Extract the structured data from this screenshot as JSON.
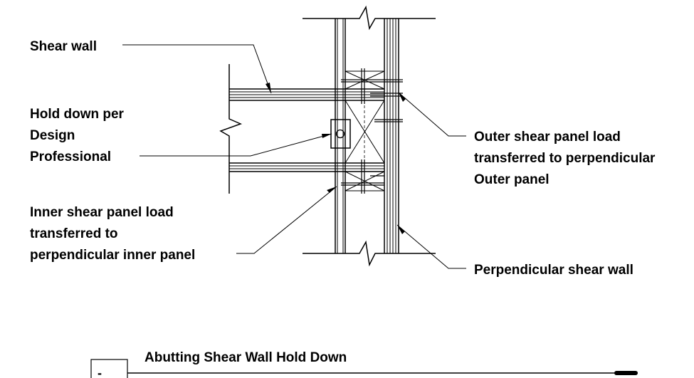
{
  "labels": {
    "shear_wall": "Shear wall",
    "hold_down": [
      "Hold down per",
      "Design",
      "Professional"
    ],
    "inner_panel": [
      "Inner shear panel load",
      "transferred to",
      "perpendicular inner panel"
    ],
    "outer_panel": [
      "Outer shear panel load",
      "transferred to perpendicular",
      "Outer panel"
    ],
    "perpendicular_wall": "Perpendicular shear wall"
  },
  "title_block": {
    "detail_mark": "-",
    "title": "Abutting Shear Wall Hold Down"
  }
}
